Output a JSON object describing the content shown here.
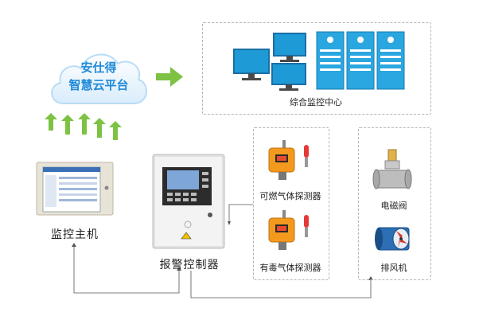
{
  "cloud": {
    "line1": "安仕得",
    "line2": "智慧云平台"
  },
  "center": {
    "label": "综合监控中心"
  },
  "host": {
    "label": "监控主机"
  },
  "controller": {
    "label": "报警控制器",
    "badge": "⚠"
  },
  "detectors": {
    "combustible_label": "可燃气体探测器",
    "toxic_label": "有毒气体探测器"
  },
  "actuators": {
    "valve_label": "电磁阀",
    "fan_label": "排风机"
  },
  "colors": {
    "arrow_green": "#7dc242",
    "cloud_blue": "#1f8ad8",
    "monitor_blue": "#1e9ad6",
    "detector_orange": "#f39a1e",
    "alarm_red": "#e53935",
    "fan_red": "#d8352a"
  }
}
